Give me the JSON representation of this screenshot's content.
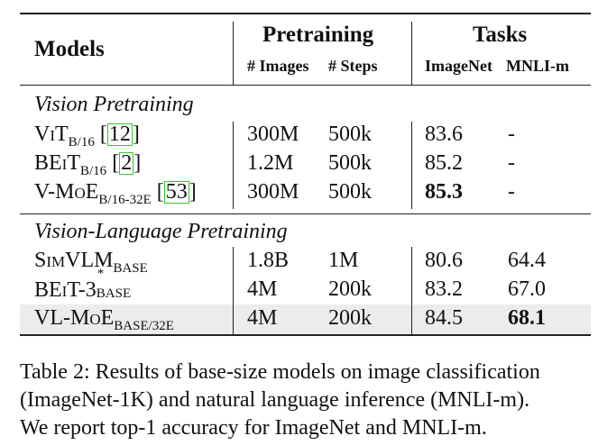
{
  "header": {
    "models": "Models",
    "pretraining": "Pretraining",
    "tasks": "Tasks",
    "images": "# Images",
    "steps": "# Steps",
    "imagenet": "ImageNet",
    "mnli": "MNLI-m"
  },
  "sections": [
    {
      "title": "Vision Pretraining",
      "rows": [
        {
          "model": "ViT",
          "sub": "B/16",
          "cite": "12",
          "images": "300M",
          "steps": "500k",
          "imagenet": "83.6",
          "mnli": "-"
        },
        {
          "model": "BEiT",
          "sub": "B/16",
          "cite": "2",
          "images": "1.2M",
          "steps": "500k",
          "imagenet": "85.2",
          "mnli": "-"
        },
        {
          "model": "V-MoE",
          "sub": "B/16-32E",
          "cite": "53",
          "images": "300M",
          "steps": "500k",
          "imagenet": "85.3",
          "mnli": "-"
        }
      ]
    },
    {
      "title": "Vision-Language Pretraining",
      "rows": [
        {
          "model": "SimVLM",
          "sub": "BASE",
          "images": "1.8B",
          "steps": "1M",
          "imagenet": "80.6",
          "mnli": "64.4"
        },
        {
          "model": "BEiT-3",
          "sup": "*",
          "sub": "BASE",
          "images": "4M",
          "steps": "200k",
          "imagenet": "83.2",
          "mnli": "67.0"
        },
        {
          "model": "VL-MoE",
          "sub": "BASE/32E",
          "images": "4M",
          "steps": "200k",
          "imagenet": "84.5",
          "mnli": "68.1"
        }
      ]
    }
  ],
  "caption": [
    "Table 2: Results of base-size models on image classification",
    "(ImageNet-1K) and natural language inference (MNLI-m).",
    "We report top-1 accuracy for ImageNet and MNLI-m."
  ]
}
